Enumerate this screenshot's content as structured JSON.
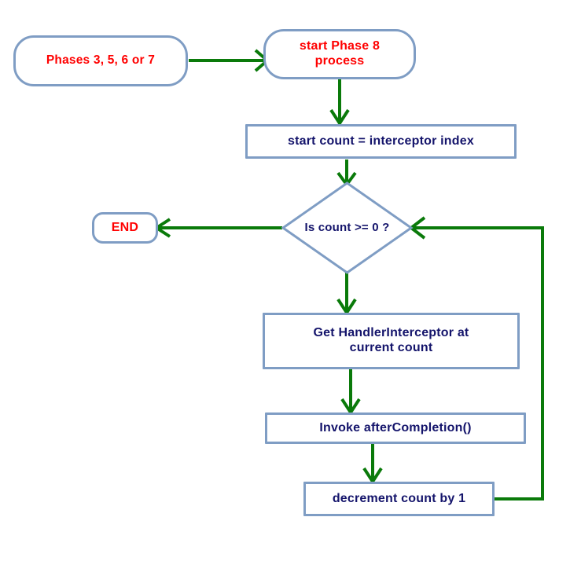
{
  "diagram": {
    "title": "Spring MVC Phase 8 interceptor afterCompletion flow",
    "colors": {
      "node_border": "#7f9dc4",
      "node_fill": "#ffffff",
      "arrow": "#0a7a0a",
      "text_red": "#ff0000",
      "text_navy": "#14146b",
      "background": "#ffffff"
    },
    "nodes": [
      {
        "id": "phases",
        "shape": "rounded-rectangle",
        "label": "Phases 3, 5, 6  or  7",
        "text_color": "#ff0000"
      },
      {
        "id": "start-phase8",
        "shape": "rounded-rectangle",
        "label": "start Phase 8\nprocess",
        "text_color": "#ff0000"
      },
      {
        "id": "start-count",
        "shape": "rectangle",
        "label": "start  count =  interceptor index",
        "text_color": "#14146b"
      },
      {
        "id": "decision",
        "shape": "diamond",
        "label": "Is  count >= 0 ?",
        "text_color": "#14146b"
      },
      {
        "id": "end",
        "shape": "rounded-rectangle",
        "label": "END",
        "text_color": "#ff0000"
      },
      {
        "id": "get-interceptor",
        "shape": "rectangle",
        "label": "Get  HandlerInterceptor  at\ncurrent  count",
        "text_color": "#14146b"
      },
      {
        "id": "invoke",
        "shape": "rectangle",
        "label": "Invoke  afterCompletion()",
        "text_color": "#14146b"
      },
      {
        "id": "decrement",
        "shape": "rectangle",
        "label": "decrement count by  1",
        "text_color": "#14146b"
      }
    ],
    "edges": [
      {
        "id": "phases-to-start",
        "from": "phases",
        "to": "start-phase8",
        "label": ""
      },
      {
        "id": "start-to-count",
        "from": "start-phase8",
        "to": "start-count",
        "label": ""
      },
      {
        "id": "count-to-decision",
        "from": "start-count",
        "to": "decision",
        "label": ""
      },
      {
        "id": "decision-to-end",
        "from": "decision",
        "to": "end",
        "label": ""
      },
      {
        "id": "decision-to-get",
        "from": "decision",
        "to": "get-interceptor",
        "label": ""
      },
      {
        "id": "get-to-invoke",
        "from": "get-interceptor",
        "to": "invoke",
        "label": ""
      },
      {
        "id": "invoke-to-decrement",
        "from": "invoke",
        "to": "decrement",
        "label": ""
      },
      {
        "id": "decrement-to-decision",
        "from": "decrement",
        "to": "decision",
        "label": ""
      }
    ]
  }
}
